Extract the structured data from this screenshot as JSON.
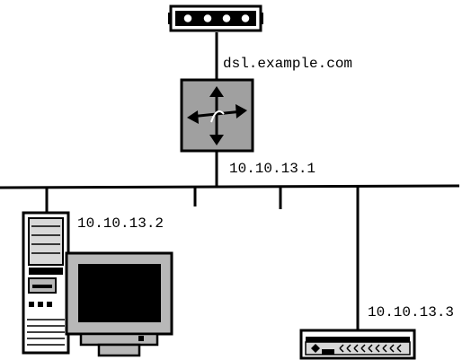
{
  "labels": {
    "modem_host": "dsl.example.com",
    "router_ip": "10.10.13.1",
    "desktop_ip": "10.10.13.2",
    "switch_ip": "10.10.13.3"
  },
  "colors": {
    "line": "#000000",
    "router_fill": "#a0a0a0",
    "screen": "#000000",
    "device_gray": "#b8b8b8",
    "panel_gray": "#d8d8d8"
  },
  "icons": {
    "modem": "dsl-modem-icon",
    "router": "router-icon",
    "desktop": "desktop-computer-icon",
    "switch": "network-switch-icon"
  }
}
